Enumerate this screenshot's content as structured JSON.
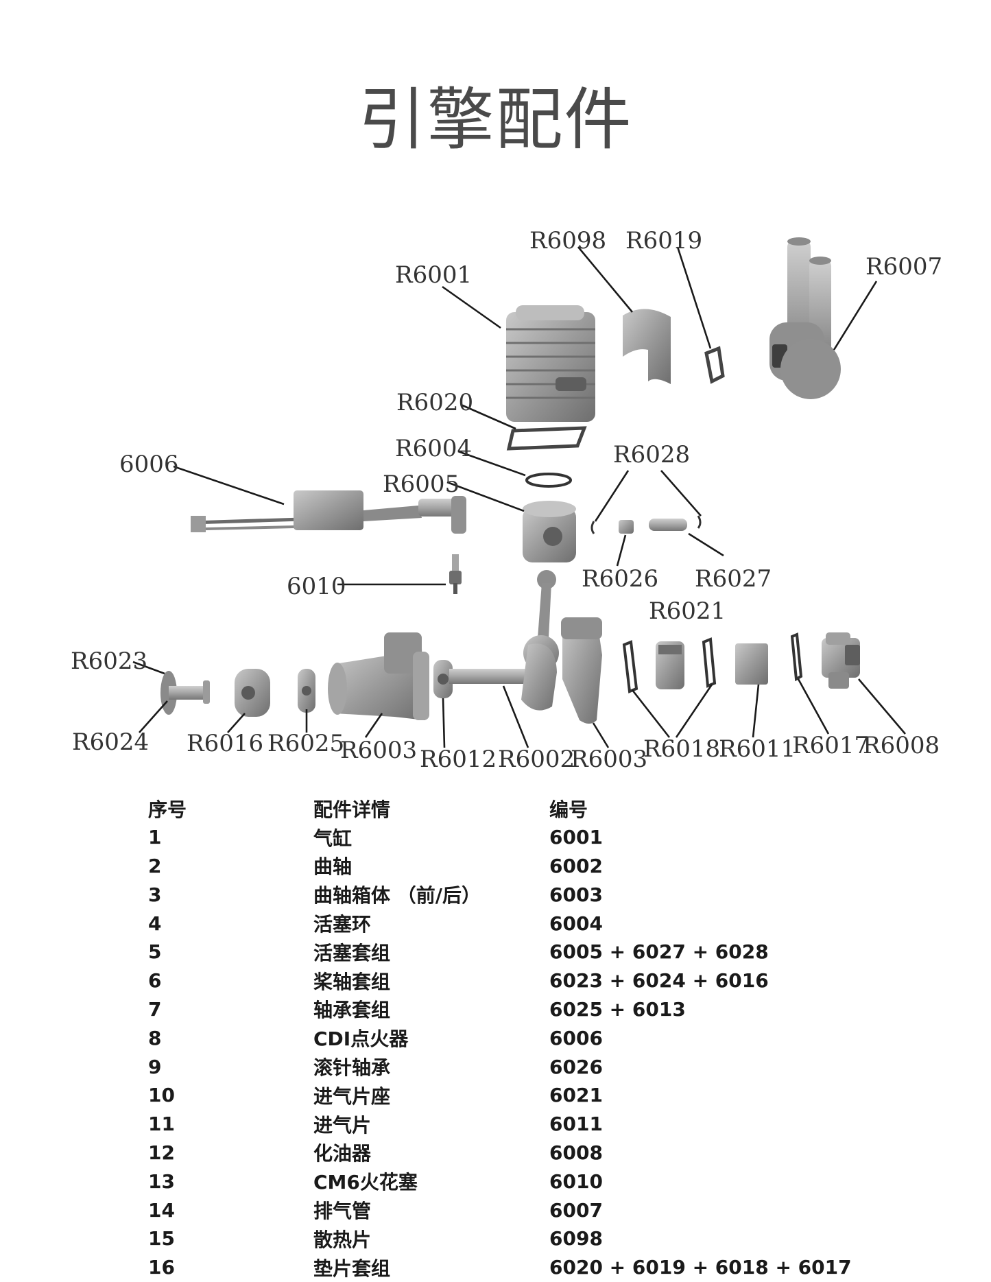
{
  "title": "引擎配件",
  "diagram": {
    "labels": [
      {
        "id": "R6098",
        "text": "R6098"
      },
      {
        "id": "R6019",
        "text": "R6019"
      },
      {
        "id": "R6007",
        "text": "R6007"
      },
      {
        "id": "R6001",
        "text": "R6001"
      },
      {
        "id": "R6020",
        "text": "R6020"
      },
      {
        "id": "R6004",
        "text": "R6004"
      },
      {
        "id": "R6028",
        "text": "R6028"
      },
      {
        "id": "6006",
        "text": "6006"
      },
      {
        "id": "R6005",
        "text": "R6005"
      },
      {
        "id": "R6026",
        "text": "R6026"
      },
      {
        "id": "R6027",
        "text": "R6027"
      },
      {
        "id": "6010",
        "text": "6010"
      },
      {
        "id": "R6021",
        "text": "R6021"
      },
      {
        "id": "R6023",
        "text": "R6023"
      },
      {
        "id": "R6024",
        "text": "R6024"
      },
      {
        "id": "R6016",
        "text": "R6016"
      },
      {
        "id": "R6025",
        "text": "R6025"
      },
      {
        "id": "R6003a",
        "text": "R6003"
      },
      {
        "id": "R6012",
        "text": "R6012"
      },
      {
        "id": "R6002",
        "text": "R6002"
      },
      {
        "id": "R6003b",
        "text": "R6003"
      },
      {
        "id": "R6018",
        "text": "R6018"
      },
      {
        "id": "R6011",
        "text": "R6011"
      },
      {
        "id": "R6017",
        "text": "R6017"
      },
      {
        "id": "R6008",
        "text": "R6008"
      }
    ]
  },
  "table": {
    "headers": [
      "序号",
      "配件详情",
      "编号"
    ],
    "rows": [
      [
        "1",
        "气缸",
        "6001"
      ],
      [
        "2",
        "曲轴",
        "6002"
      ],
      [
        "3",
        "曲轴箱体 （前/后）",
        "6003"
      ],
      [
        "4",
        "活塞环",
        "6004"
      ],
      [
        "5",
        "活塞套组",
        "6005 + 6027 + 6028"
      ],
      [
        "6",
        "桨轴套组",
        "6023 + 6024 + 6016"
      ],
      [
        "7",
        "轴承套组",
        "6025 + 6013"
      ],
      [
        "8",
        "CDI点火器",
        "6006"
      ],
      [
        "9",
        "滚针轴承",
        "6026"
      ],
      [
        "10",
        "进气片座",
        "6021"
      ],
      [
        "11",
        "进气片",
        "6011"
      ],
      [
        "12",
        "化油器",
        "6008"
      ],
      [
        "13",
        "CM6火花塞",
        "6010"
      ],
      [
        "14",
        "排气管",
        "6007"
      ],
      [
        "15",
        "散热片",
        "6098"
      ],
      [
        "16",
        "垫片套组",
        "6020 + 6019 + 6018 + 6017"
      ]
    ]
  }
}
